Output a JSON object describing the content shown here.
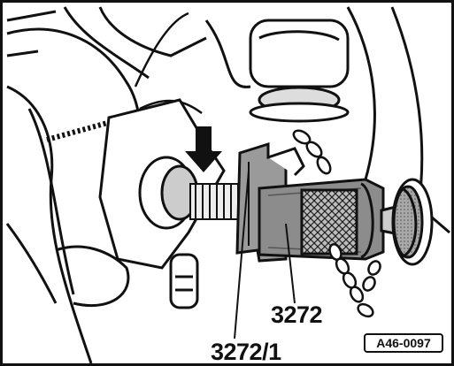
{
  "diagram": {
    "callouts": {
      "tool_main": "3272",
      "tool_adapter": "3272/1"
    },
    "figure_id": "A46-0097",
    "colors": {
      "ink": "#111111",
      "background": "#ffffff",
      "tool_shade": "#8c8c8c"
    }
  }
}
